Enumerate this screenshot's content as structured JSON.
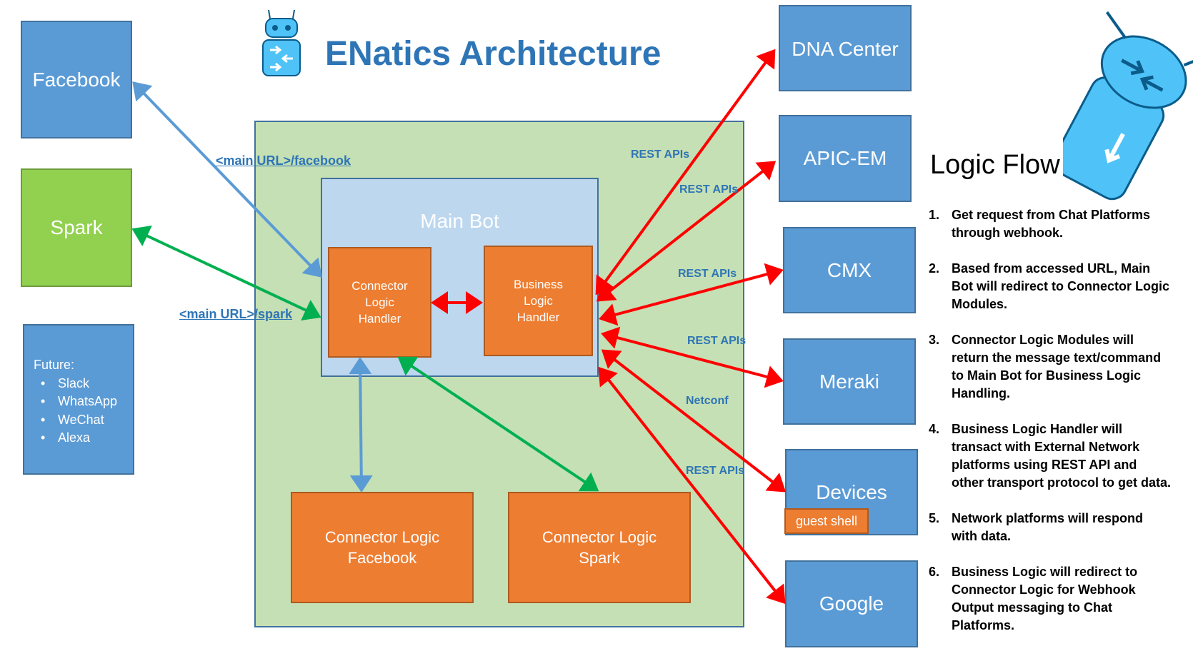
{
  "title": "ENatics Architecture",
  "chat_platforms": {
    "facebook": "Facebook",
    "spark": "Spark",
    "future": {
      "heading": "Future:",
      "items": [
        "Slack",
        "WhatsApp",
        "WeChat",
        "Alexa"
      ]
    }
  },
  "links": {
    "facebook": "<main URL>/facebook",
    "spark": "<main URL>/spark"
  },
  "main_bot": {
    "label": "Main Bot",
    "connector_handler": [
      "Connector",
      "Logic",
      "Handler"
    ],
    "business_handler": [
      "Business",
      "Logic",
      "Handler"
    ]
  },
  "connector_modules": {
    "facebook": [
      "Connector Logic",
      "Facebook"
    ],
    "spark": [
      "Connector Logic",
      "Spark"
    ]
  },
  "protocol_labels": {
    "rest1": "REST APIs",
    "rest2": "REST APIs",
    "rest3": "REST APIs",
    "rest4": "REST APIs",
    "netconf": "Netconf",
    "rest5": "REST APIs"
  },
  "network_platforms": {
    "dna": "DNA Center",
    "apic": "APIC-EM",
    "cmx": "CMX",
    "meraki": "Meraki",
    "devices": "Devices",
    "guest_shell": "guest shell",
    "google": "Google"
  },
  "logic_flow": {
    "title": "Logic Flow",
    "steps": [
      {
        "num": "1.",
        "text": "Get request from Chat Platforms through webhook."
      },
      {
        "num": "2.",
        "text": "Based from accessed URL, Main Bot will redirect to Connector Logic Modules."
      },
      {
        "num": "3.",
        "text": "Connector Logic Modules will return the message text/command to Main Bot for Business Logic Handling."
      },
      {
        "num": "4.",
        "text": "Business Logic Handler will transact with External Network platforms using REST API and other transport protocol to get data."
      },
      {
        "num": "5.",
        "text": "Network platforms will respond with data."
      },
      {
        "num": "6.",
        "text": "Business Logic will redirect to Connector Logic for Webhook Output messaging to Chat Platforms."
      }
    ]
  },
  "colors": {
    "title_blue": "#2e75b6",
    "box_blue": "#5b9bd5",
    "spark_green": "#92d050",
    "handler_orange": "#ed7d31",
    "container_green": "#c5e0b4",
    "mainbot_blue": "#bdd7ee",
    "arrow_red": "#ff0000",
    "arrow_green": "#00b050",
    "arrow_blue": "#5b9bd5"
  },
  "icons": [
    "router-robot-logo-icon",
    "router-robot-mascot-icon"
  ]
}
